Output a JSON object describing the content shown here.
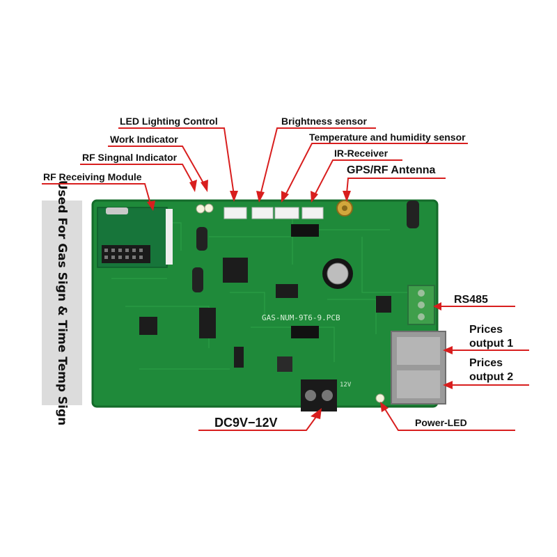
{
  "side_label": "Used For Gas Sign & Time Temp Sign",
  "board": {
    "pcb_marking": "GAS-NUM-9T6-9.PCB",
    "voltage_marking": "12V",
    "colors": {
      "pcb": "#1f8a3a",
      "pcb_dark": "#146b2a",
      "callout": "#d81e1e"
    }
  },
  "callouts": {
    "led_lighting_control": "LED Lighting Control",
    "work_indicator": "Work Indicator",
    "rf_signal_indicator": "RF Singnal Indicator",
    "rf_receiving_module": "RF Receiving Module",
    "brightness_sensor": "Brightness sensor",
    "temperature_humidity_sensor": "Temperature and humidity sensor",
    "ir_receiver": "IR-Receiver",
    "gps_rf_antenna": "GPS/RF Antenna",
    "rs485": "RS485",
    "prices_output_1_line1": "Prices",
    "prices_output_1_line2": "output 1",
    "prices_output_2_line1": "Prices",
    "prices_output_2_line2": "output 2",
    "dc_input": "DC9V−12V",
    "power_led": "Power-LED"
  }
}
